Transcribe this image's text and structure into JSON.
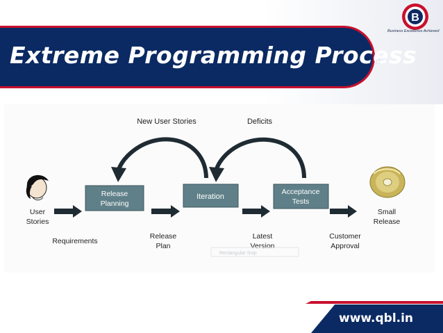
{
  "header": {
    "title": "Extreme Programming Process",
    "ghost_text": "e",
    "logo_caption": "Business Excellence Achieved",
    "logo_letter": "B"
  },
  "diagram": {
    "labels": {
      "user_stories": [
        "User",
        "Stories"
      ],
      "requirements": "Requirements",
      "release_planning": [
        "Release",
        "Planning"
      ],
      "release_plan": [
        "Release",
        "Plan"
      ],
      "iteration": "Iteration",
      "new_user_stories": "New User Stories",
      "deficits": "Deficits",
      "latest_version": [
        "Latest",
        "Version"
      ],
      "acceptance_tests": [
        "Acceptance",
        "Tests"
      ],
      "customer_approval": [
        "Customer",
        "Approval"
      ],
      "small_release": [
        "Small",
        "Release"
      ],
      "faint_caption": "Rectangular Snip"
    },
    "colors": {
      "box_fill": "#5f8088",
      "arrow": "#1f2b33",
      "box_text": "#ffffff"
    }
  },
  "footer": {
    "url": "www.qbl.in"
  }
}
